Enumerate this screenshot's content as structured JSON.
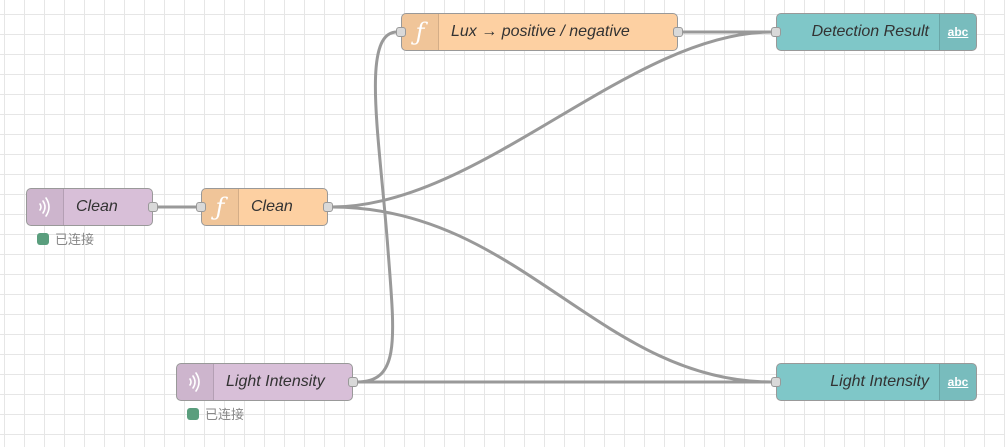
{
  "canvas": {
    "grid_color": "#e6e6e6",
    "wire_color": "#999999"
  },
  "nodes": {
    "mqtt_clean": {
      "label": "Clean",
      "icon": "mqtt-wave-icon",
      "color": "#d8bfd8",
      "status": "已连接",
      "status_color": "#5a9e7d"
    },
    "func_clean": {
      "label": "Clean",
      "icon": "function-icon",
      "color": "#fdd0a2"
    },
    "func_lux": {
      "label": "Lux → positive / negative",
      "icon": "function-icon",
      "color": "#fdd0a2"
    },
    "text_detection": {
      "label": "Detection Result",
      "icon": "abc-icon",
      "color": "#7fc7c8"
    },
    "mqtt_light": {
      "label": "Light Intensity",
      "icon": "mqtt-wave-icon",
      "color": "#d8bfd8",
      "status": "已连接",
      "status_color": "#5a9e7d"
    },
    "text_light": {
      "label": "Light Intensity",
      "icon": "abc-icon",
      "color": "#7fc7c8"
    }
  },
  "icons": {
    "function_glyph": "ƒ",
    "abc_glyph": "abc"
  }
}
